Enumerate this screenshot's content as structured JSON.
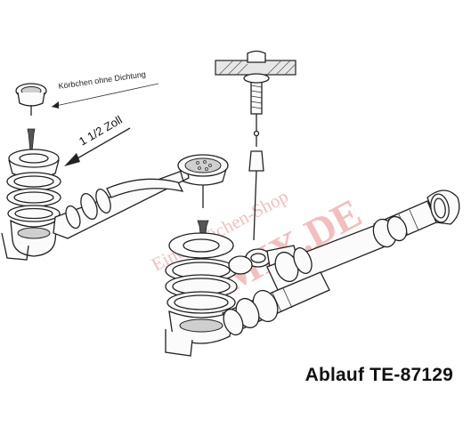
{
  "caption": "Ablauf TE-87129",
  "labels": {
    "strainer_note": "Körbchen ohne Dichtung",
    "size_note": "1 1/2 Zoll"
  },
  "watermark": {
    "line1": "Einbauküchen-Shop",
    "line2": "UMIX.DE",
    "color": "#f3b3b3"
  }
}
